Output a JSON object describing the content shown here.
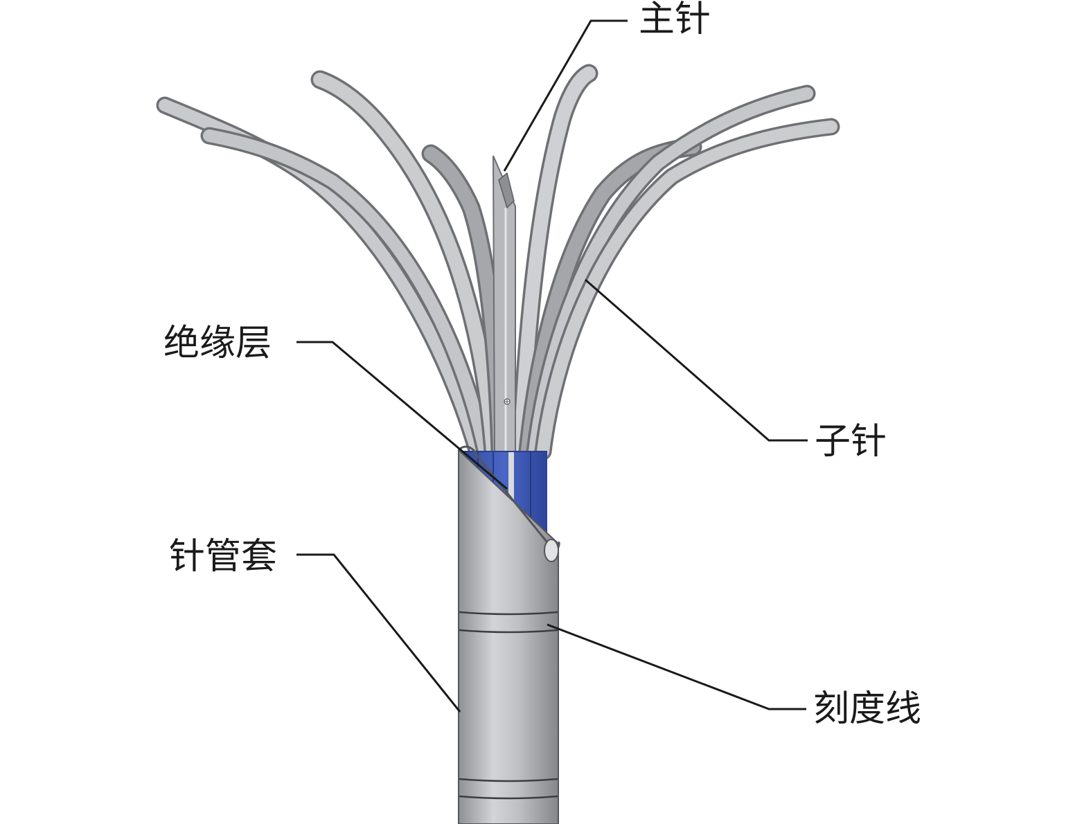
{
  "labels": {
    "main_needle": "主针",
    "sub_needle": "子针",
    "insulation_layer": "绝缘层",
    "needle_sheath": "针管套",
    "scale_line": "刻度线"
  },
  "colors": {
    "needle_gray": "#c4c5c8",
    "needle_dark": "#8e8f93",
    "insulation_blue": "#3f5cb8",
    "leader_line": "#1a1a1a"
  }
}
